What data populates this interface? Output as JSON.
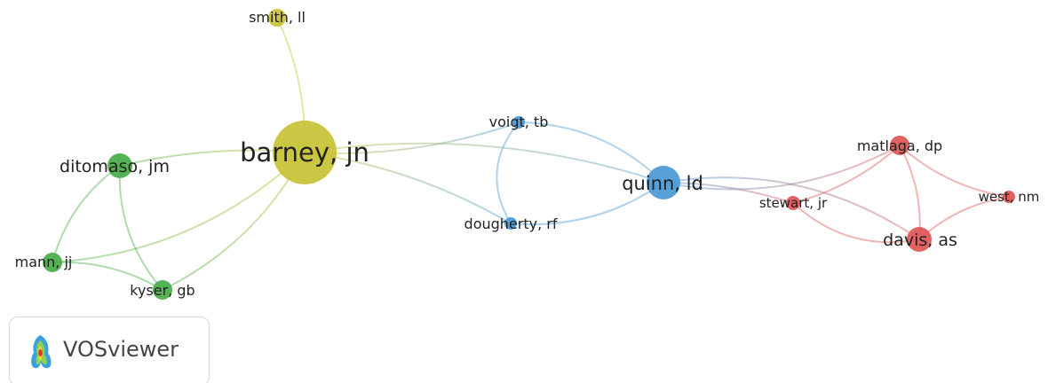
{
  "network": {
    "nodes": [
      {
        "id": "barney",
        "label": "barney, jn",
        "color": "#c8c33a",
        "cluster": "yellow"
      },
      {
        "id": "smith",
        "label": "smith, ll",
        "color": "#c8c33a",
        "cluster": "yellow"
      },
      {
        "id": "ditomaso",
        "label": "ditomaso, jm",
        "color": "#4cae4c",
        "cluster": "green"
      },
      {
        "id": "mann",
        "label": "mann, jj",
        "color": "#4cae4c",
        "cluster": "green"
      },
      {
        "id": "kyser",
        "label": "kyser, gb",
        "color": "#4cae4c",
        "cluster": "green"
      },
      {
        "id": "voigt",
        "label": "voigt, tb",
        "color": "#4f9bd6",
        "cluster": "blue"
      },
      {
        "id": "quinn",
        "label": "quinn, ld",
        "color": "#4f9bd6",
        "cluster": "blue"
      },
      {
        "id": "dougherty",
        "label": "dougherty, rf",
        "color": "#4f9bd6",
        "cluster": "blue"
      },
      {
        "id": "matlaga",
        "label": "matlaga, dp",
        "color": "#e05a5a",
        "cluster": "red"
      },
      {
        "id": "stewart",
        "label": "stewart, jr",
        "color": "#e05a5a",
        "cluster": "red"
      },
      {
        "id": "west",
        "label": "west, nm",
        "color": "#e05a5a",
        "cluster": "red"
      },
      {
        "id": "davis",
        "label": "davis, as",
        "color": "#e05a5a",
        "cluster": "red"
      }
    ],
    "links": [
      {
        "source": "barney",
        "target": "smith"
      },
      {
        "source": "barney",
        "target": "ditomaso"
      },
      {
        "source": "barney",
        "target": "mann"
      },
      {
        "source": "barney",
        "target": "kyser"
      },
      {
        "source": "barney",
        "target": "voigt"
      },
      {
        "source": "barney",
        "target": "quinn"
      },
      {
        "source": "barney",
        "target": "dougherty"
      },
      {
        "source": "ditomaso",
        "target": "mann"
      },
      {
        "source": "ditomaso",
        "target": "kyser"
      },
      {
        "source": "mann",
        "target": "kyser"
      },
      {
        "source": "voigt",
        "target": "quinn"
      },
      {
        "source": "voigt",
        "target": "dougherty"
      },
      {
        "source": "quinn",
        "target": "dougherty"
      },
      {
        "source": "quinn",
        "target": "stewart"
      },
      {
        "source": "quinn",
        "target": "davis"
      },
      {
        "source": "quinn",
        "target": "matlaga"
      },
      {
        "source": "stewart",
        "target": "matlaga"
      },
      {
        "source": "stewart",
        "target": "davis"
      },
      {
        "source": "matlaga",
        "target": "davis"
      },
      {
        "source": "matlaga",
        "target": "west"
      },
      {
        "source": "davis",
        "target": "west"
      }
    ]
  },
  "logo": {
    "text": "VOSviewer",
    "icon": "vosviewer-heatmap-icon"
  }
}
